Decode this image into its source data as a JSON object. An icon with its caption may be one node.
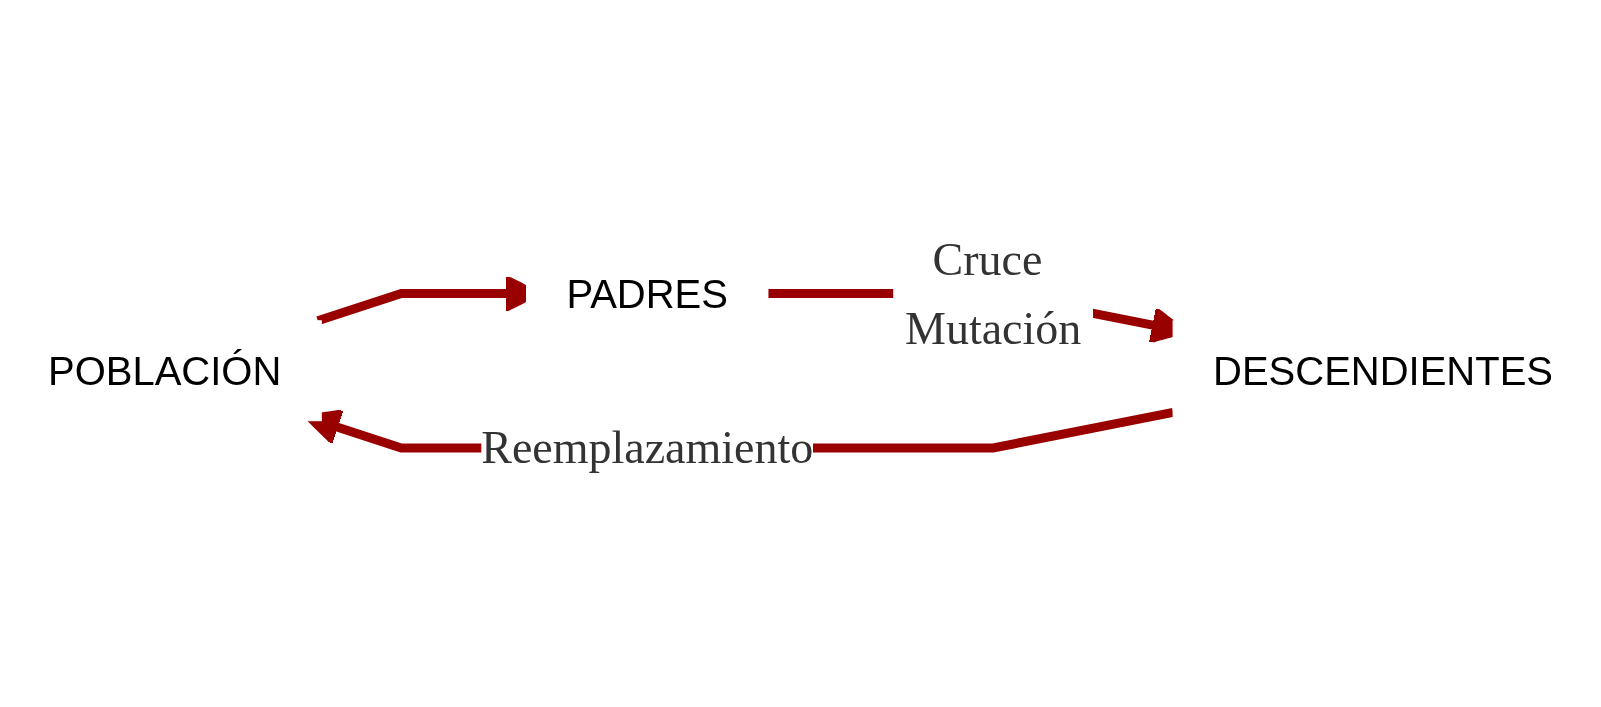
{
  "diagram": {
    "nodes": [
      {
        "text": [
          "POBLACIÓN"
        ]
      },
      {
        "text": [
          "PADRES"
        ]
      },
      {
        "text": [
          "DESCENDIENTES"
        ]
      }
    ],
    "edges": [
      {
        "from": 0,
        "to": 1,
        "arrow": "to"
      },
      {
        "from": 1,
        "to": 2,
        "arrow": "to",
        "label": "Cruce Mutación"
      },
      {
        "from": 2,
        "to": 0,
        "arrow": "to",
        "label": "Reemplazamiento"
      }
    ]
  }
}
